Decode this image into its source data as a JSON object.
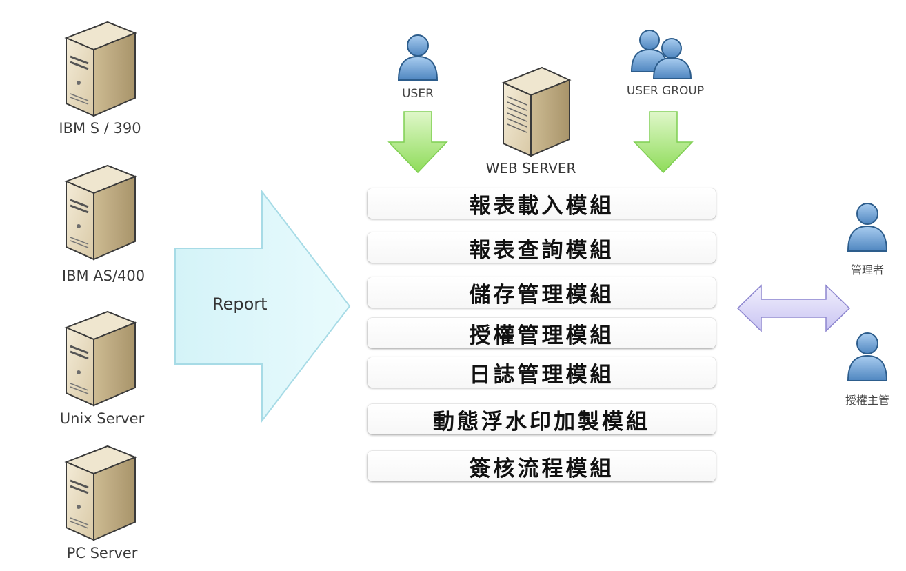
{
  "sources": [
    {
      "label": "IBM S / 390",
      "icon": "tower-server-icon"
    },
    {
      "label": "IBM AS/400",
      "icon": "tower-server-icon"
    },
    {
      "label": "Unix Server",
      "icon": "tower-server-icon"
    },
    {
      "label": "PC Server",
      "icon": "tower-server-icon"
    }
  ],
  "report_arrow": {
    "label": "Report",
    "color": "#d9f6fa"
  },
  "top": {
    "user_label": "USER",
    "user_group_label": "USER GROUP",
    "web_server_label": "WEB SERVER",
    "arrow_color": "#9be36b"
  },
  "modules": [
    "報表載入模組",
    "報表查詢模組",
    "儲存管理模組",
    "授權管理模組",
    "日誌管理模組",
    "動態浮水印加製模組",
    "簽核流程模組"
  ],
  "right": {
    "double_arrow_color": "#d6d3f7",
    "roles": [
      "管理者",
      "授權主管"
    ]
  }
}
